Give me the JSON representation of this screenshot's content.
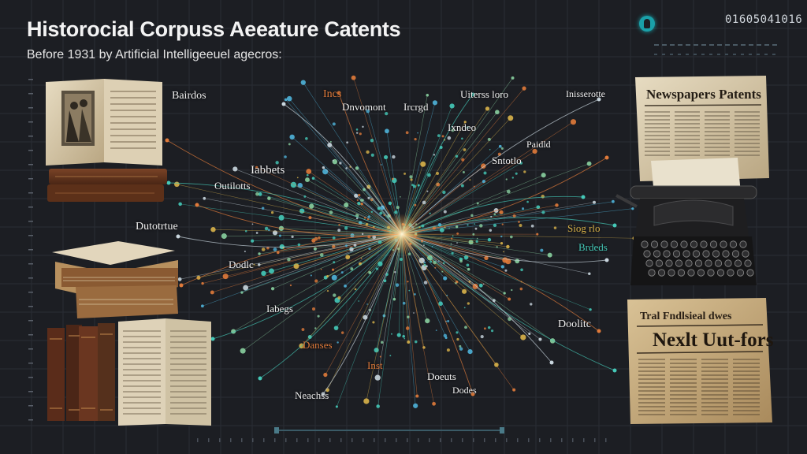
{
  "header": {
    "title": "Historocial Corpuss Aeeature Catents",
    "subtitle": "Before 1931 by Artificial Intelligeeuel agecros:",
    "code": "01605041016"
  },
  "labels": {
    "banner_left": "Bairdos",
    "left_1": "Iabbets",
    "left_2": "Outilotts",
    "left_3": "Dutotrtue",
    "left_4": "Dodlc",
    "left_5": "Iabegs",
    "left_6": "Neachss",
    "left_7": "Danses",
    "top_1": "Incs",
    "top_2": "Dnvomont",
    "top_3": "Ircrgd",
    "top_4": "Uiterss loro",
    "top_5": "Ixndeo",
    "right_1": "Inisserotte",
    "right_2": "Sntotlo",
    "right_3": "Paidld",
    "right_4": "Siog rlo",
    "right_5": "Brdeds",
    "right_6": "Doolitc",
    "bottom_1": "Inst",
    "bottom_2": "Doeuts",
    "bottom_3": "Dodes"
  },
  "newspaper_top": {
    "headline": "Newspapers  Patents"
  },
  "newspaper_bottom": {
    "masthead": "Tral  Fndlsieal  dwes",
    "headline": "Nexlt  Uut-fors"
  },
  "colors": {
    "background": "#1c1e23",
    "teal": "#45c9b8",
    "orange": "#e07a3a",
    "paper": "#d8ccb0",
    "leather": "#6b3a22"
  }
}
